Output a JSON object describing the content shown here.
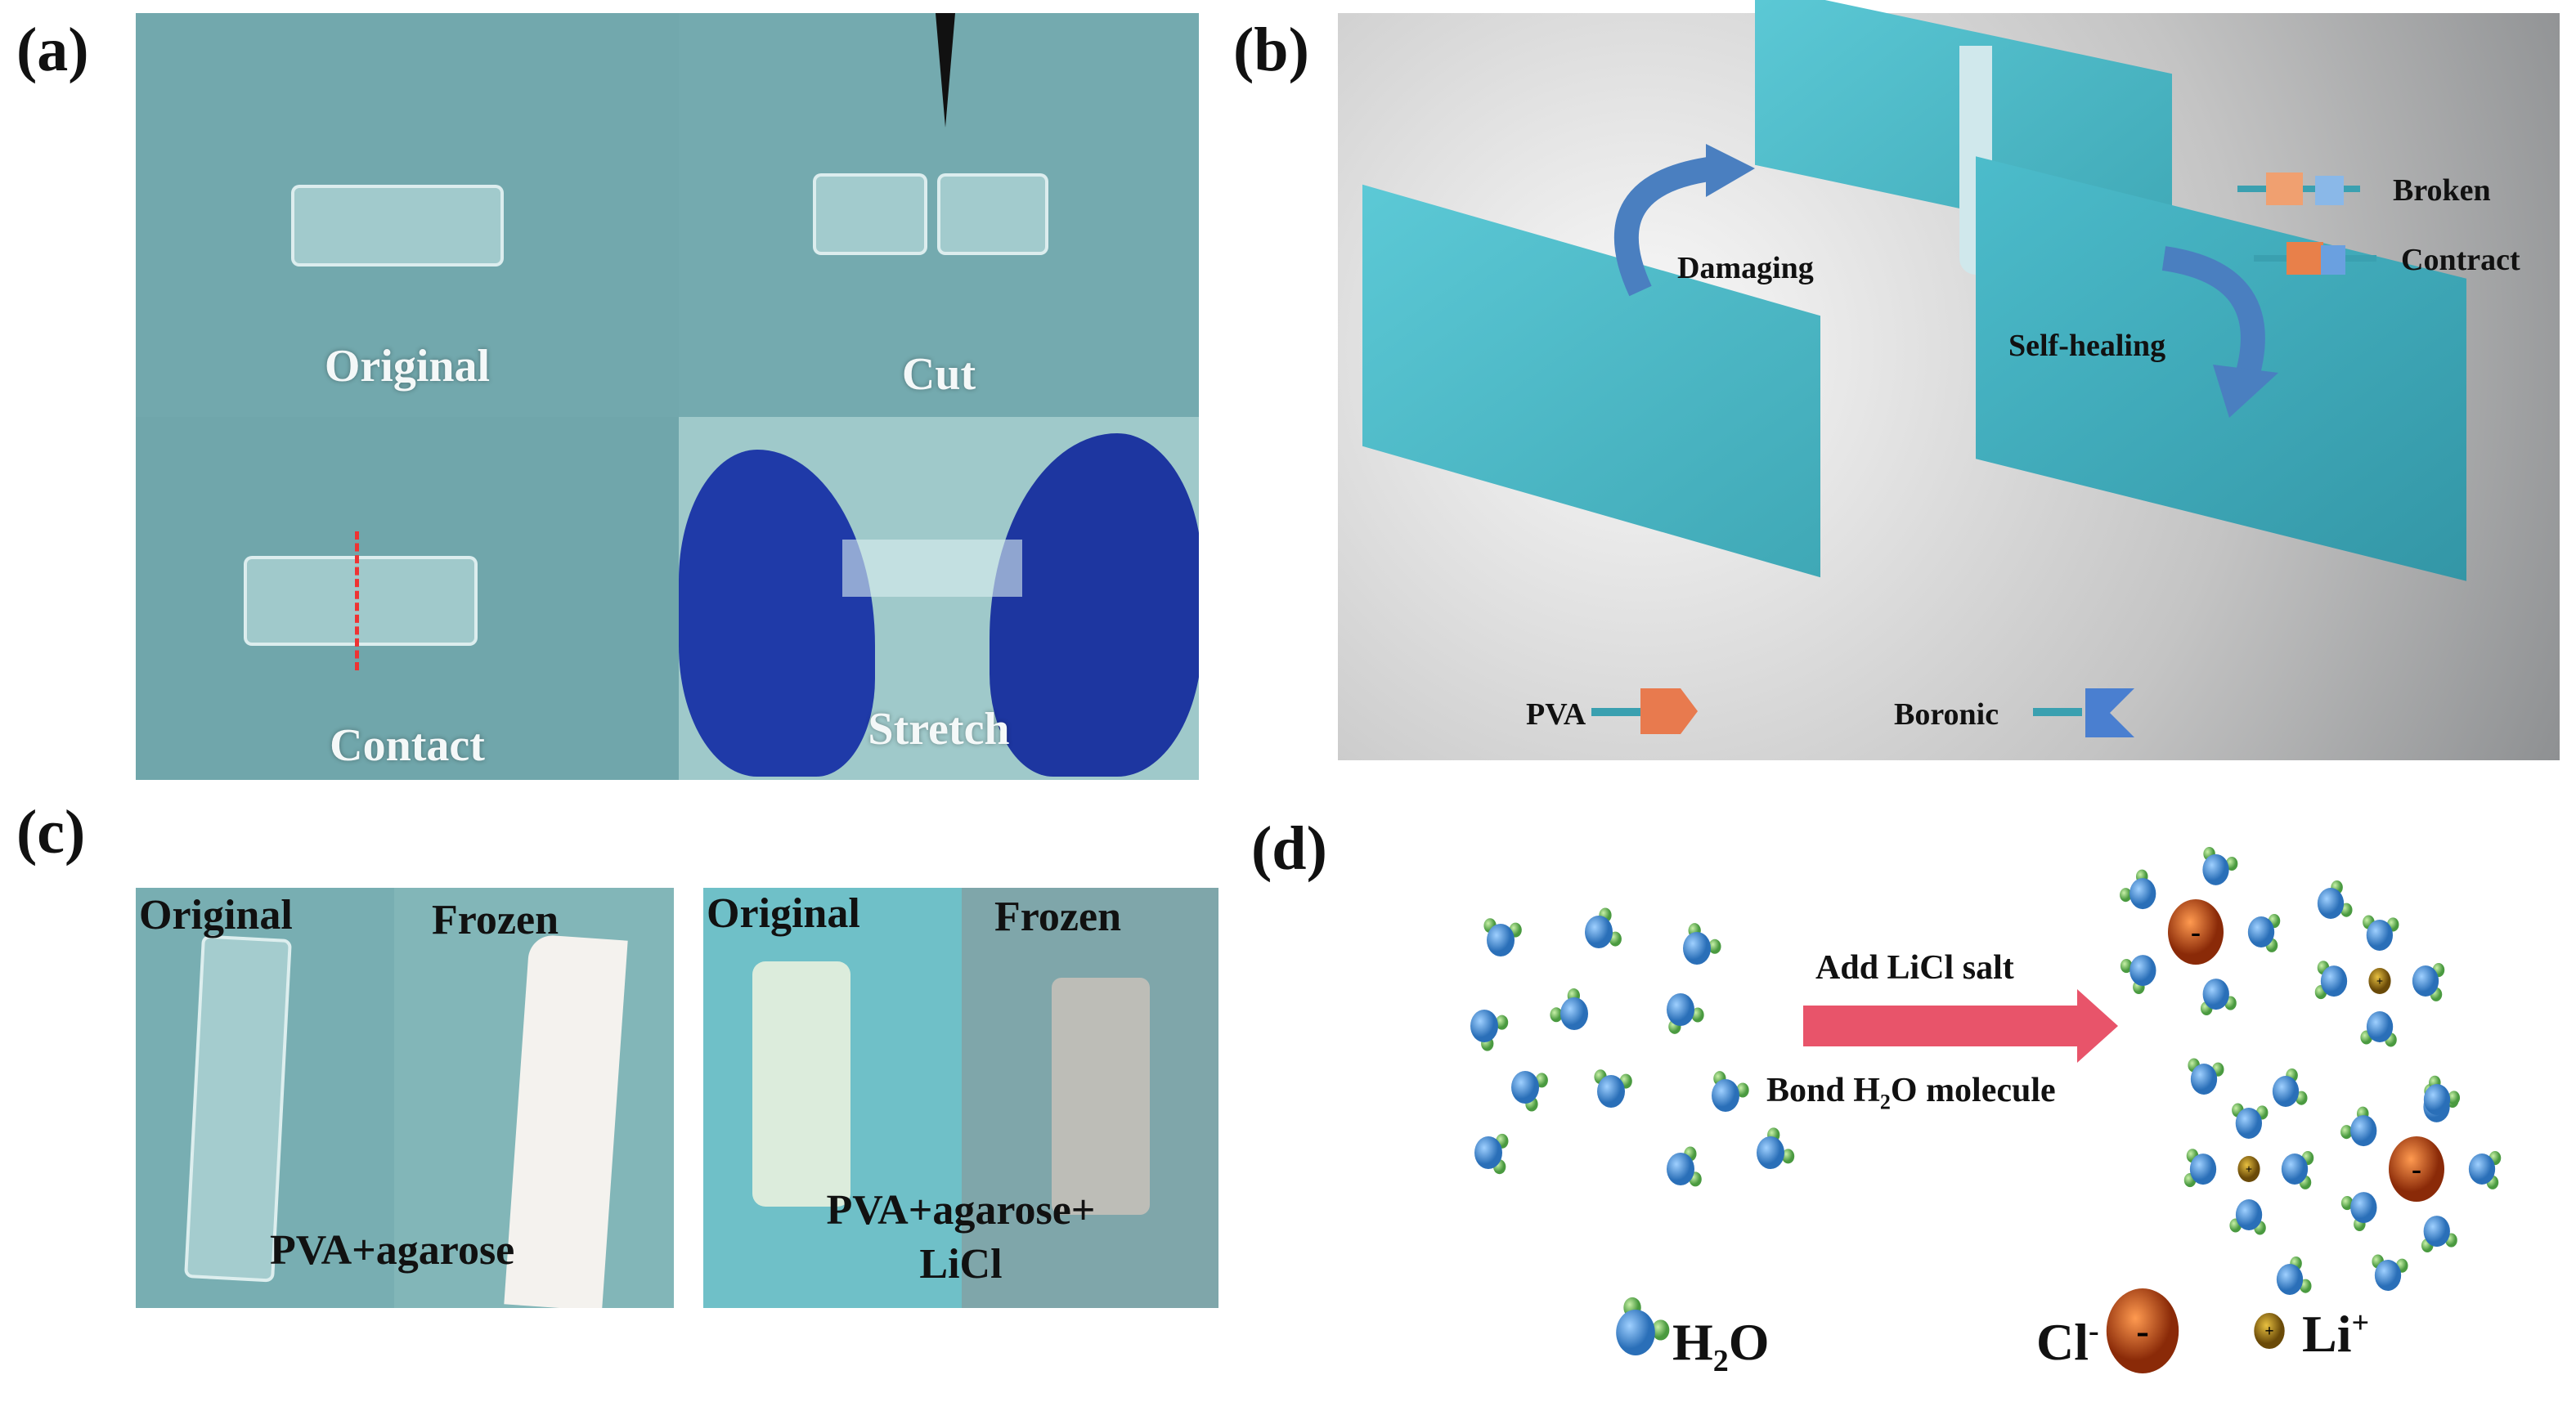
{
  "panels": {
    "a": {
      "label": "(a)",
      "captions": [
        "Original",
        "Cut",
        "Contact",
        "Stretch"
      ]
    },
    "b": {
      "label": "(b)",
      "arrows": [
        "Damaging",
        "Self-healing"
      ],
      "legend_states": [
        "Broken",
        "Contract"
      ],
      "legend_components": [
        "PVA",
        "Boronic"
      ]
    },
    "c": {
      "label": "(c)",
      "left": {
        "captions": [
          "Original",
          "Frozen"
        ],
        "sample": "PVA+agarose"
      },
      "right": {
        "captions": [
          "Original",
          "Frozen"
        ],
        "sample_line1": "PVA+agarose+",
        "sample_line2": "LiCl"
      }
    },
    "d": {
      "label": "(d)",
      "arrow_top": "Add LiCl salt",
      "arrow_bottom_pre": "Bond H",
      "arrow_bottom_sub": "2",
      "arrow_bottom_post": "O molecule",
      "legend": {
        "water_main": "H",
        "water_sub": "2",
        "water_post": "O",
        "chloride_main": "Cl",
        "chloride_sup": "-",
        "lithium_main": "Li",
        "lithium_sup": "+"
      }
    }
  },
  "colors": {
    "hydrogel": "#5cc9d6",
    "arrow_pink": "#e8546a",
    "pva": "#e87a4e",
    "boronic": "#4a7fd0",
    "oxygen": "#3f8fd8",
    "hydrogen": "#7cc46a",
    "chloride": "#c8501e",
    "lithium": "#b08a1c"
  }
}
